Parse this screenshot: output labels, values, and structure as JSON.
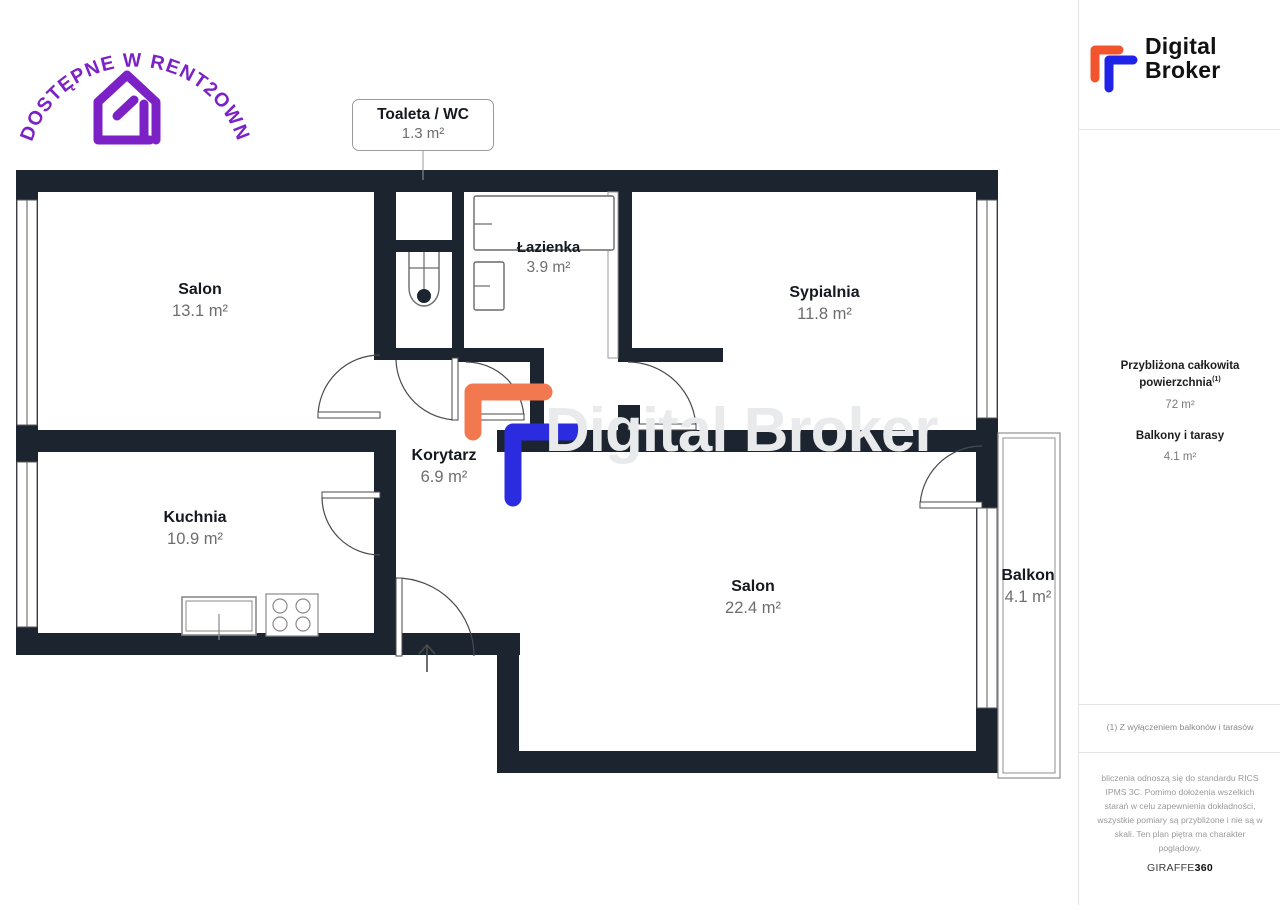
{
  "badge": {
    "arc_text": "DOSTĘPNE W RENT2OWN",
    "icon": "house-icon",
    "color": "#7B21C6"
  },
  "brand": {
    "line1": "Digital",
    "line2": "Broker",
    "mark_colors": {
      "orange": "#F2542D",
      "blue": "#1F23E8"
    },
    "watermark_text": "Digital Broker"
  },
  "summary": {
    "total_title": "Przybliżona całkowita powierzchnia",
    "total_title_sup": "(1)",
    "total_value": "72 m²",
    "balcony_title": "Balkony i tarasy",
    "balcony_value": "4.1 m²"
  },
  "notes": {
    "footnote": "(1) Z wyłączeniem balkonów i tarasów",
    "disclaimer": "bliczenia odnoszą się do standardu RICS IPMS 3C. Pomimo dołożenia wszelkich starań w celu zapewnienia dokładności, wszystkie pomiary są przybliżone i nie są w skali. Ten plan piętra ma charakter poglądowy.",
    "provider": "GIRAFFE",
    "provider_bold": "360"
  },
  "callout": {
    "name": "Toaleta / WC",
    "area": "1.3 m²"
  },
  "rooms": [
    {
      "key": "salon_1",
      "name": "Salon",
      "area": "13.1 m²"
    },
    {
      "key": "lazienka",
      "name": "Łazienka",
      "area": "3.9 m²"
    },
    {
      "key": "sypialnia",
      "name": "Sypialnia",
      "area": "11.8 m²"
    },
    {
      "key": "korytarz",
      "name": "Korytarz",
      "area": "6.9 m²"
    },
    {
      "key": "kuchnia",
      "name": "Kuchnia",
      "area": "10.9 m²"
    },
    {
      "key": "salon_2",
      "name": "Salon",
      "area": "22.4 m²"
    },
    {
      "key": "balkon",
      "name": "Balkon",
      "area": "4.1 m²"
    }
  ],
  "annotations": [
    {
      "key": "orange-marker",
      "color": "#F2794F"
    },
    {
      "key": "blue-marker",
      "color": "#2B2BE0"
    }
  ],
  "plan_style": {
    "wall_color": "#1c2430",
    "room_fill": "#ffffff",
    "line_color": "#5a5a5a"
  }
}
